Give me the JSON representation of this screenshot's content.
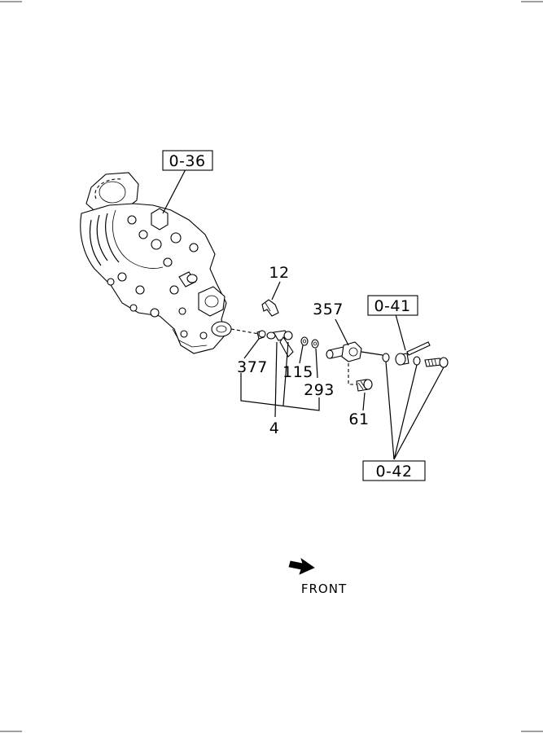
{
  "labels": {
    "ref_0_36": "0-36",
    "ref_0_41": "0-41",
    "ref_0_42": "0-42",
    "part_12": "12",
    "part_357": "357",
    "part_377": "377",
    "part_115": "115",
    "part_293": "293",
    "part_4": "4",
    "part_61": "61",
    "front": "FRONT"
  }
}
